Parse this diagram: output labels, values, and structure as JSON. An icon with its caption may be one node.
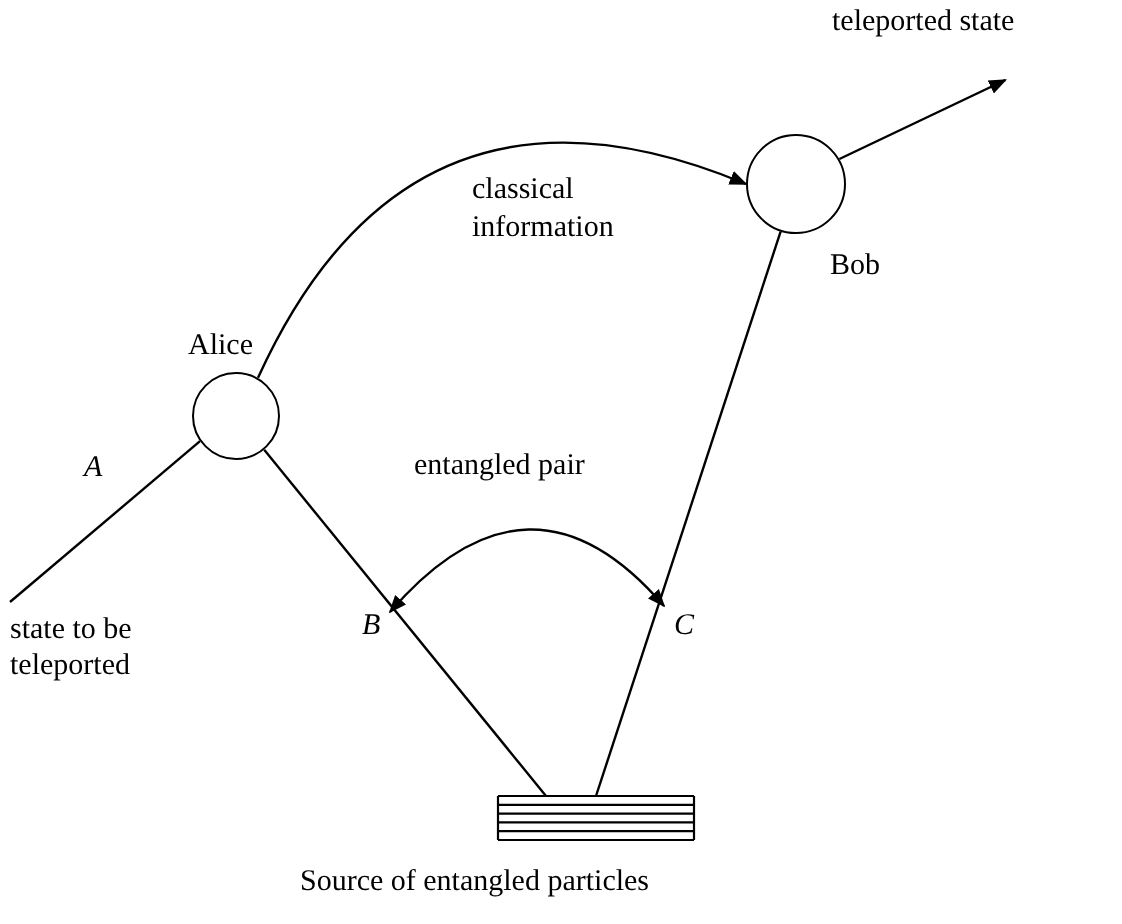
{
  "diagram": {
    "nodes": [
      {
        "text": [
          "Alice"
        ]
      },
      {
        "text": [
          "Bob"
        ]
      },
      {
        "text": [
          "Source of entangled particles"
        ]
      },
      {
        "text": [
          "state to be teleported"
        ]
      },
      {
        "text": [
          "teleported state"
        ]
      }
    ],
    "edges": [
      {
        "from": 3,
        "to": 0,
        "arrow": "none",
        "label": "A"
      },
      {
        "from": 0,
        "to": 1,
        "arrow": "to",
        "label": "classical information"
      },
      {
        "from": 0,
        "to": 2,
        "arrow": "none",
        "label": "B"
      },
      {
        "from": 2,
        "to": 1,
        "arrow": "none",
        "label": "C"
      },
      {
        "from": 1,
        "to": 4,
        "arrow": "to"
      }
    ],
    "labels": [
      "entangled pair"
    ]
  }
}
